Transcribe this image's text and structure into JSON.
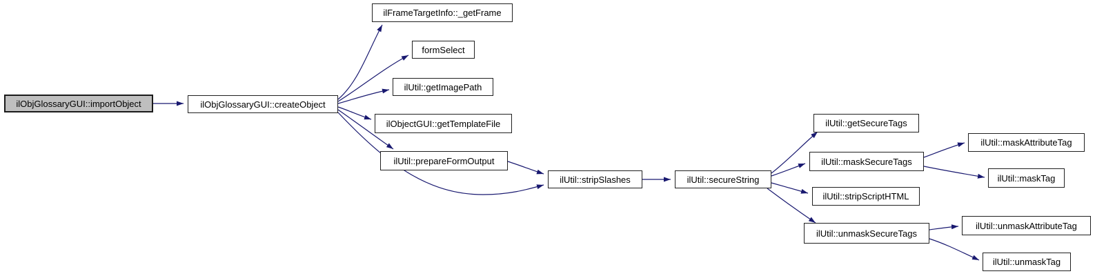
{
  "diagram": {
    "kind": "doxygen-call-graph",
    "colors": {
      "background": "#ffffff",
      "edge": "#191970",
      "node_fill": "#ffffff",
      "node_border": "#1f1f1f",
      "highlight_fill": "#bfbfbf",
      "text": "#000000"
    },
    "nodes": [
      {
        "id": "importObject",
        "label": "ilObjGlossaryGUI::importObject",
        "highlighted": true
      },
      {
        "id": "createObject",
        "label": "ilObjGlossaryGUI::createObject",
        "highlighted": false
      },
      {
        "id": "getFrame",
        "label": "ilFrameTargetInfo::_getFrame",
        "highlighted": false
      },
      {
        "id": "formSelect",
        "label": "formSelect",
        "highlighted": false
      },
      {
        "id": "getImagePath",
        "label": "ilUtil::getImagePath",
        "highlighted": false
      },
      {
        "id": "getTemplateFile",
        "label": "ilObjectGUI::getTemplateFile",
        "highlighted": false
      },
      {
        "id": "prepareFormOutput",
        "label": "ilUtil::prepareFormOutput",
        "highlighted": false
      },
      {
        "id": "stripSlashes",
        "label": "ilUtil::stripSlashes",
        "highlighted": false
      },
      {
        "id": "secureString",
        "label": "ilUtil::secureString",
        "highlighted": false
      },
      {
        "id": "getSecureTags",
        "label": "ilUtil::getSecureTags",
        "highlighted": false
      },
      {
        "id": "maskSecureTags",
        "label": "ilUtil::maskSecureTags",
        "highlighted": false
      },
      {
        "id": "stripScriptHTML",
        "label": "ilUtil::stripScriptHTML",
        "highlighted": false
      },
      {
        "id": "unmaskSecureTags",
        "label": "ilUtil::unmaskSecureTags",
        "highlighted": false
      },
      {
        "id": "maskAttributeTag",
        "label": "ilUtil::maskAttributeTag",
        "highlighted": false
      },
      {
        "id": "maskTag",
        "label": "ilUtil::maskTag",
        "highlighted": false
      },
      {
        "id": "unmaskAttributeTag",
        "label": "ilUtil::unmaskAttributeTag",
        "highlighted": false
      },
      {
        "id": "unmaskTag",
        "label": "ilUtil::unmaskTag",
        "highlighted": false
      }
    ],
    "edges": [
      {
        "from": "importObject",
        "to": "createObject"
      },
      {
        "from": "createObject",
        "to": "getFrame"
      },
      {
        "from": "createObject",
        "to": "formSelect"
      },
      {
        "from": "createObject",
        "to": "getImagePath"
      },
      {
        "from": "createObject",
        "to": "getTemplateFile"
      },
      {
        "from": "createObject",
        "to": "prepareFormOutput"
      },
      {
        "from": "createObject",
        "to": "stripSlashes"
      },
      {
        "from": "prepareFormOutput",
        "to": "stripSlashes"
      },
      {
        "from": "stripSlashes",
        "to": "secureString"
      },
      {
        "from": "secureString",
        "to": "getSecureTags"
      },
      {
        "from": "secureString",
        "to": "maskSecureTags"
      },
      {
        "from": "secureString",
        "to": "stripScriptHTML"
      },
      {
        "from": "secureString",
        "to": "unmaskSecureTags"
      },
      {
        "from": "maskSecureTags",
        "to": "maskAttributeTag"
      },
      {
        "from": "maskSecureTags",
        "to": "maskTag"
      },
      {
        "from": "unmaskSecureTags",
        "to": "unmaskAttributeTag"
      },
      {
        "from": "unmaskSecureTags",
        "to": "unmaskTag"
      }
    ]
  }
}
